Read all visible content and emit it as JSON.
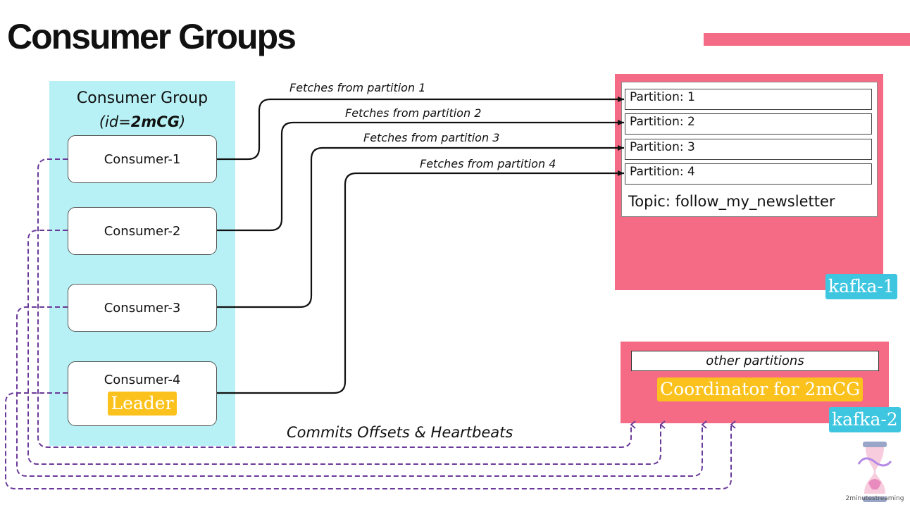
{
  "title": "Consumer Groups",
  "consumer_group": {
    "title": "Consumer Group",
    "id_prefix": "(id=",
    "id_value": "2mCG",
    "id_suffix": ")",
    "consumers": [
      "Consumer-1",
      "Consumer-2",
      "Consumer-3",
      "Consumer-4"
    ],
    "leader_label": "Leader"
  },
  "fetch_labels": [
    "Fetches from partition 1",
    "Fetches from partition 2",
    "Fetches from partition 3",
    "Fetches from partition 4"
  ],
  "broker1": {
    "partitions": [
      "Partition: 1",
      "Partition: 2",
      "Partition: 3",
      "Partition: 4"
    ],
    "topic": "Topic: follow_my_newsletter",
    "tag": "kafka-1"
  },
  "broker2": {
    "other": "other partitions",
    "coordinator": "Coordinator for 2mCG",
    "tag": "kafka-2"
  },
  "commits_label": "Commits Offsets & Heartbeats",
  "logo_text": "2minutestreaming",
  "colors": {
    "broker": "#f56b85",
    "group_panel": "#b8f1f5",
    "highlight": "#fbc21d",
    "tag": "#3ec6e0",
    "dashed_line": "#6a3a9a"
  }
}
